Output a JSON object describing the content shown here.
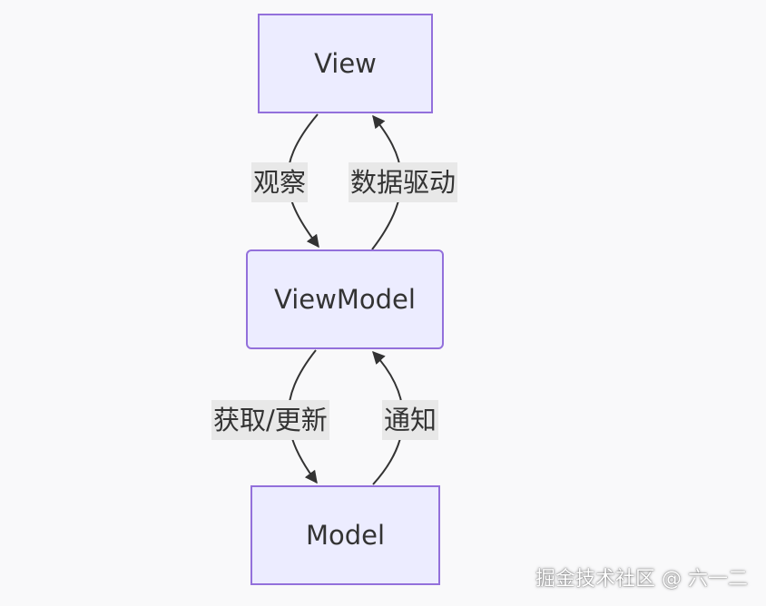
{
  "nodes": {
    "view": "View",
    "viewmodel": "ViewModel",
    "model": "Model"
  },
  "edges": {
    "observe": "观察",
    "data_driven": "数据驱动",
    "fetch_update": "获取/更新",
    "notify": "通知"
  },
  "watermark": "掘金技术社区 @ 六一二",
  "colors": {
    "node_fill": "#ececff",
    "node_border": "#9370db",
    "edge": "#333333",
    "label_bg": "#e8e8e8"
  }
}
